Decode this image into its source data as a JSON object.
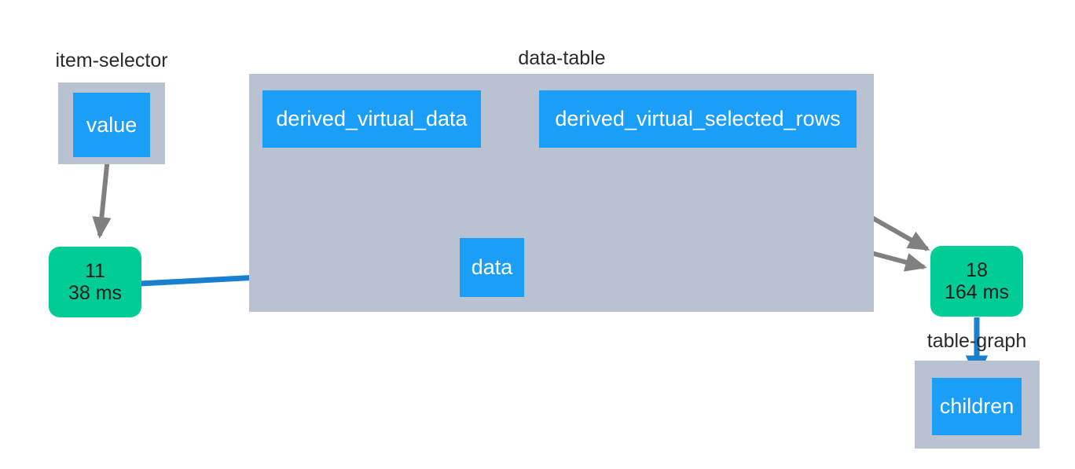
{
  "graph": {
    "type": "callback-dependency-graph",
    "background": "#ffffff",
    "colors": {
      "cluster_fill": "#b9c2d0",
      "property_fill": "#1b9ef7",
      "property_text": "#ffffff",
      "callback_fill": "#00cc96",
      "callback_text": "#1b1b1b",
      "edge_gray": "#808080",
      "edge_blue": "#1b7fd0",
      "label_text": "#2a2a2a"
    },
    "clusters": [
      {
        "id": "item-selector",
        "label": "item-selector"
      },
      {
        "id": "data-table",
        "label": "data-table"
      },
      {
        "id": "table-graph",
        "label": "table-graph"
      }
    ],
    "properties": [
      {
        "id": "value",
        "label": "value",
        "cluster": "item-selector"
      },
      {
        "id": "derived_virtual_data",
        "label": "derived_virtual_data",
        "cluster": "data-table"
      },
      {
        "id": "derived_virtual_selected_rows",
        "label": "derived_virtual_selected_rows",
        "cluster": "data-table"
      },
      {
        "id": "data",
        "label": "data",
        "cluster": "data-table"
      },
      {
        "id": "children",
        "label": "children",
        "cluster": "table-graph"
      }
    ],
    "callbacks": [
      {
        "id": "cb11",
        "number": "11",
        "duration": "38 ms"
      },
      {
        "id": "cb18",
        "number": "18",
        "duration": "164 ms"
      }
    ],
    "edges": [
      {
        "from": "value",
        "to": "cb11",
        "color": "gray"
      },
      {
        "from": "cb11",
        "to": "data",
        "color": "blue"
      },
      {
        "from": "derived_virtual_data",
        "to": "cb18",
        "color": "gray"
      },
      {
        "from": "derived_virtual_selected_rows",
        "to": "cb18",
        "color": "gray"
      },
      {
        "from": "cb18",
        "to": "children",
        "color": "blue"
      }
    ]
  }
}
